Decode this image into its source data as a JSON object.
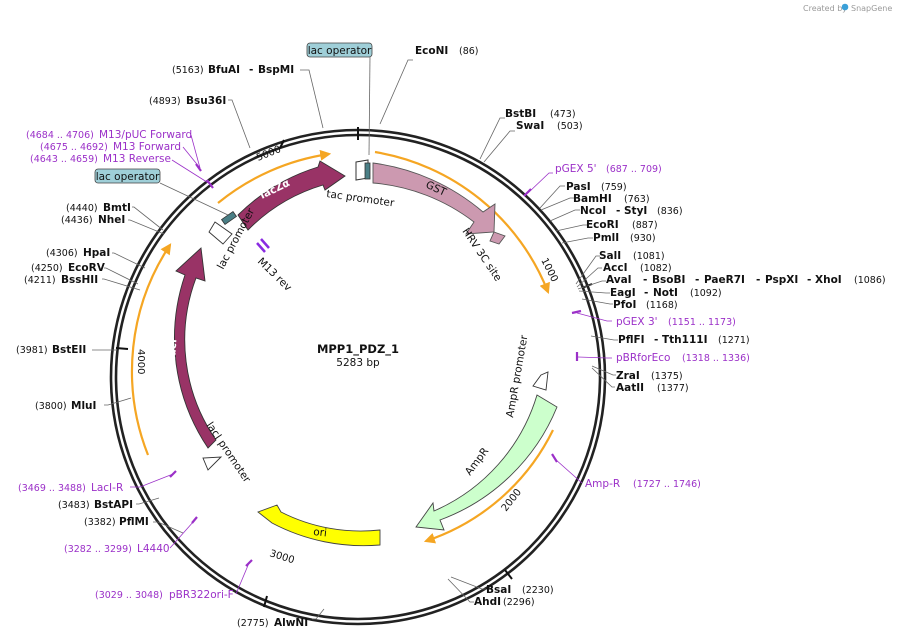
{
  "watermark": {
    "prefix": "Created by",
    "brand": "SnapGene"
  },
  "plasmid": {
    "name": "MPP1_PDZ_1",
    "size_label": "5283 bp"
  },
  "ticks": [
    "1000",
    "2000",
    "3000",
    "4000",
    "5000"
  ],
  "enzymes": {
    "econi": {
      "name": "EcoNI",
      "pos": "(86)"
    },
    "bstbi": {
      "name": "BstBI",
      "pos": "(473)"
    },
    "swai": {
      "name": "SwaI",
      "pos": "(503)"
    },
    "pasi": {
      "name": "PasI",
      "pos": "(759)"
    },
    "bamhi": {
      "name": "BamHI",
      "pos": "(763)"
    },
    "ncoi": {
      "name": "NcoI",
      "sep": "-",
      "name2": "StyI",
      "pos": "(836)"
    },
    "ecori": {
      "name": "EcoRI",
      "pos": "(887)"
    },
    "pmli": {
      "name": "PmlI",
      "pos": "(930)"
    },
    "sali": {
      "name": "SalI",
      "pos": "(1081)"
    },
    "acci": {
      "name": "AccI",
      "pos": "(1082)"
    },
    "avai": {
      "name": "AvaI",
      "sep": "-",
      "name2": "BsoBI",
      "sep2": "-",
      "name3": "PaeR7I",
      "sep3": "-",
      "name4": "PspXI",
      "sep4": "-",
      "name5": "XhoI",
      "pos": "(1086)"
    },
    "eagi": {
      "name": "EagI",
      "sep": "-",
      "name2": "NotI",
      "pos": "(1092)"
    },
    "pfoi": {
      "name": "PfoI",
      "pos": "(1168)"
    },
    "pflfi": {
      "name": "PflFI",
      "sep": "-",
      "name2": "Tth111I",
      "pos": "(1271)"
    },
    "zrai": {
      "name": "ZraI",
      "pos": "(1375)"
    },
    "aatii": {
      "name": "AatII",
      "pos": "(1377)"
    },
    "bsai": {
      "name": "BsaI",
      "pos": "(2230)"
    },
    "ahdi": {
      "name": "AhdI",
      "pos": "(2296)"
    },
    "alwni": {
      "name": "AlwNI",
      "pos": "(2775)"
    },
    "pflmi": {
      "name": "PflMI",
      "pos": "(3382)"
    },
    "bstapi": {
      "name": "BstAPI",
      "pos": "(3483)"
    },
    "mlui": {
      "name": "MluI",
      "pos": "(3800)"
    },
    "bsteii": {
      "name": "BstEII",
      "pos": "(3981)"
    },
    "bsshii": {
      "name": "BssHII",
      "pos": "(4211)"
    },
    "ecorv": {
      "name": "EcoRV",
      "pos": "(4250)"
    },
    "hpai": {
      "name": "HpaI",
      "pos": "(4306)"
    },
    "nhei": {
      "name": "NheI",
      "pos": "(4436)"
    },
    "bmti": {
      "name": "BmtI",
      "pos": "(4440)"
    },
    "bsu36i": {
      "name": "Bsu36I",
      "pos": "(4893)"
    },
    "bfuai": {
      "name": "BfuAI",
      "sep": "-",
      "name2": "BspMI",
      "pos": "(5163)"
    }
  },
  "primers": {
    "pgex5": {
      "name": "pGEX 5'",
      "range": "(687 .. 709)"
    },
    "pgex3": {
      "name": "pGEX 3'",
      "range": "(1151 .. 1173)"
    },
    "pbrforeco": {
      "name": "pBRforEco",
      "range": "(1318 .. 1336)"
    },
    "ampr": {
      "name": "Amp-R",
      "range": "(1727 .. 1746)"
    },
    "pbr322": {
      "name": "pBR322ori-F",
      "range": "(3029 .. 3048)"
    },
    "l4440": {
      "name": "L4440",
      "range": "(3282 .. 3299)"
    },
    "lacir": {
      "name": "LacI-R",
      "range": "(3469 .. 3488)"
    },
    "m13rev": {
      "name": "M13 Reverse",
      "range": "(4643 .. 4659)"
    },
    "m13fwd": {
      "name": "M13 Forward",
      "range": "(4675 .. 4692)"
    },
    "m13puc": {
      "name": "M13/pUC Forward",
      "range": "(4684 .. 4706)"
    }
  },
  "boxes": {
    "lac_top": "lac operator",
    "lac_left": "lac operator"
  },
  "features": {
    "tac_promoter": "tac promoter",
    "gst": "GST",
    "hrv3c": "HRV 3C site",
    "ampr_promoter": "AmpR promoter",
    "ampr": "AmpR",
    "ori": "ori",
    "laci_promoter": "lacI promoter",
    "laci": "lacI",
    "lac_promoter": "lac promoter",
    "m13_rev": "M13 rev",
    "lacza": "lacZα"
  },
  "colors": {
    "gst": "#cc99b0",
    "hrv3c": "#cc99b0",
    "ampr": "#ccffcc",
    "ori": "#ffff00",
    "laci": "#993366",
    "lacza": "#993366",
    "primer": "#9b30c8",
    "orange": "#f5a623",
    "lac_box": "#9fcfd8"
  }
}
